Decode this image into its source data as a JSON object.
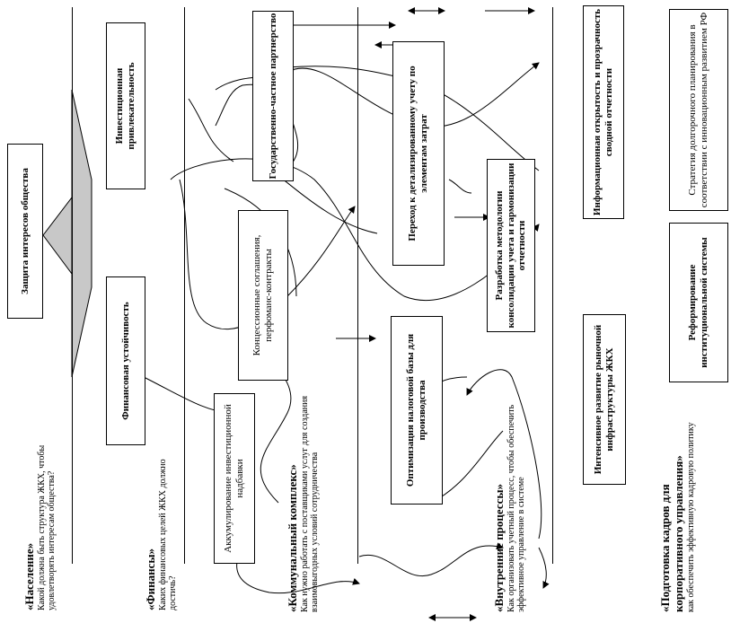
{
  "columns": [
    {
      "heading": "«Население»",
      "question": "Какой должна быть структура ЖКХ, чтобы удовлетворять интересам общества?"
    },
    {
      "heading": "«Финансы»",
      "question": "Каких финансовых целей ЖКХ должно достичь?"
    },
    {
      "heading": "«Коммунальный комплекс»",
      "question": "Как нужно работать с поставщиками услуг для создания взаимовыгодных условий сотрудничества"
    },
    {
      "heading": "«Внутренние процессы»",
      "question": "Как организовать учетный процесс, чтобы обеспечить эффективное управление в системе"
    },
    {
      "heading": "«Подготовка кадров для корпоративного управления»",
      "question": "как обеспечить эффективную кадровую политику"
    }
  ],
  "boxes": {
    "protection": "Защита интересов общества",
    "investment": "Инвестиционная привлекательность",
    "stability": "Финансовая устойчивость",
    "ppp": "Государственно-частное партнерство",
    "concession": "Концессионные соглашения, перфоманс-контракты",
    "accumulation": "Аккумулирование инвестиционной надбавки",
    "cost_accounting": "Переход к детализированному учету по элементам затрат",
    "tax_base": "Оптимизация налоговой базы для производства",
    "methodology": "Разработка методологии консолидации учета и гармонизации отчетности",
    "info_openness": "Информационная открытость и прозрачность сводной отчетности",
    "market_infra": "Интенсивное развитие рыночной инфраструктуры ЖКХ",
    "strategy": "Стратегия долгорочного планирования в соответствии с инновационным развитием РФ",
    "reform": "Реформирование институциональной системы"
  },
  "icons": {
    "funnel": "population-funnel-arrow",
    "double_arrow": "double-headed-arrow"
  }
}
